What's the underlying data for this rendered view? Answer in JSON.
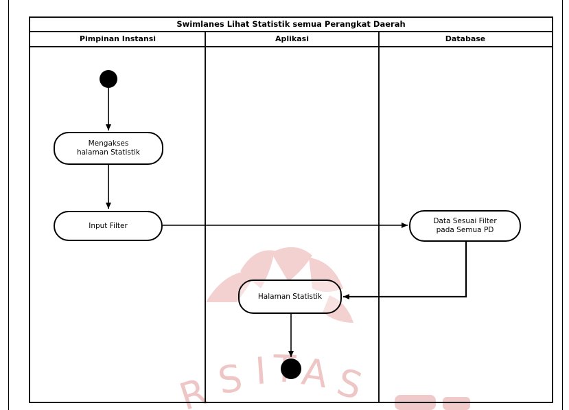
{
  "diagram": {
    "title": "Swimlanes Lihat Statistik semua Perangkat Daerah",
    "lanes": [
      {
        "label": "Pimpinan Instansi"
      },
      {
        "label": "Aplikasi"
      },
      {
        "label": "Database"
      }
    ],
    "actions": {
      "akses": {
        "line1": "Mengakses",
        "line2": "halaman Statistik"
      },
      "input_filter": {
        "label": "Input Filter"
      },
      "data_filter": {
        "line1": "Data Sesuai Filter",
        "line2": "pada Semua PD"
      },
      "halaman_statistik": {
        "label": "Halaman Statistik"
      }
    }
  },
  "colors": {
    "line": "#000000",
    "watermark": "#e4a2a2"
  }
}
